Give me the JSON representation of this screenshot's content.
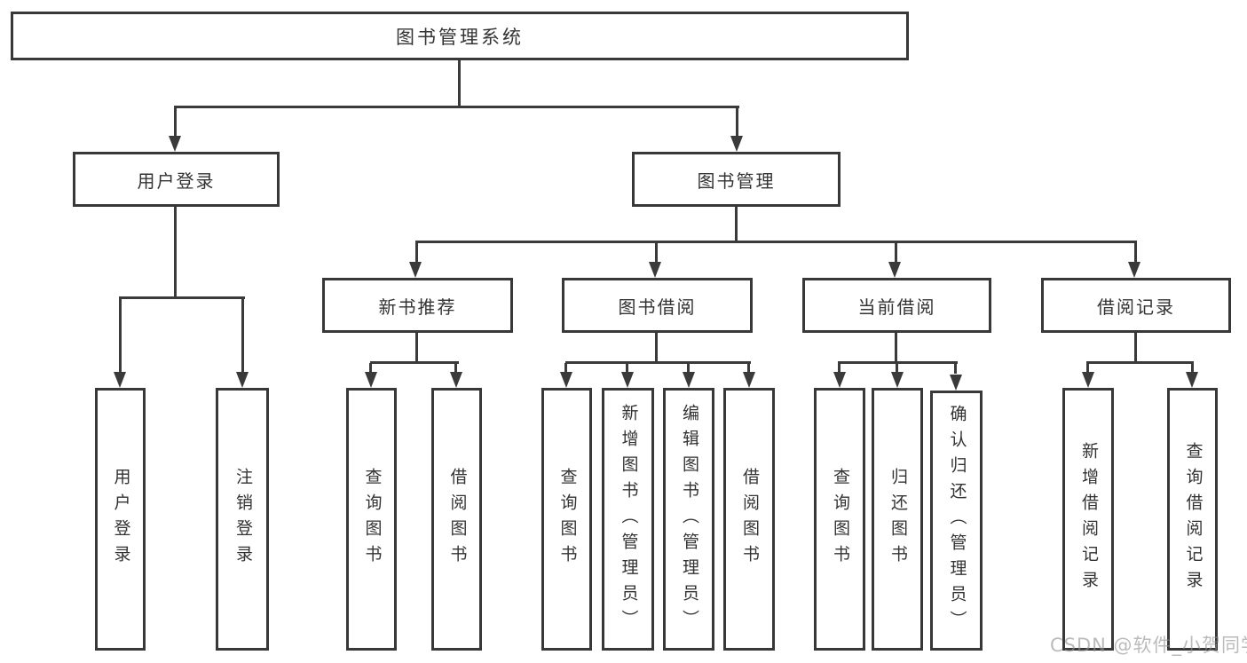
{
  "tree": {
    "root": {
      "label": "图书管理系统"
    },
    "branches": [
      {
        "label": "用户登录",
        "children": [
          "用户登录",
          "注销登录"
        ]
      },
      {
        "label": "图书管理",
        "modules": [
          {
            "label": "新书推荐",
            "children": [
              "查询图书",
              "借阅图书"
            ]
          },
          {
            "label": "图书借阅",
            "children": [
              "查询图书",
              "新增图书（管理员）",
              "编辑图书（管理员）",
              "借阅图书"
            ]
          },
          {
            "label": "当前借阅",
            "children": [
              "查询图书",
              "归还图书",
              "确认归还（管理员）"
            ]
          },
          {
            "label": "借阅记录",
            "children": [
              "新增借阅记录",
              "查询借阅记录"
            ]
          }
        ]
      }
    ]
  },
  "watermark": {
    "text": "CSDN @软件_小贺同学"
  },
  "colors": {
    "line": "#3a3a3a",
    "border": "#383838",
    "text": "#333333",
    "background": "#ffffff",
    "watermark": "#919191"
  }
}
